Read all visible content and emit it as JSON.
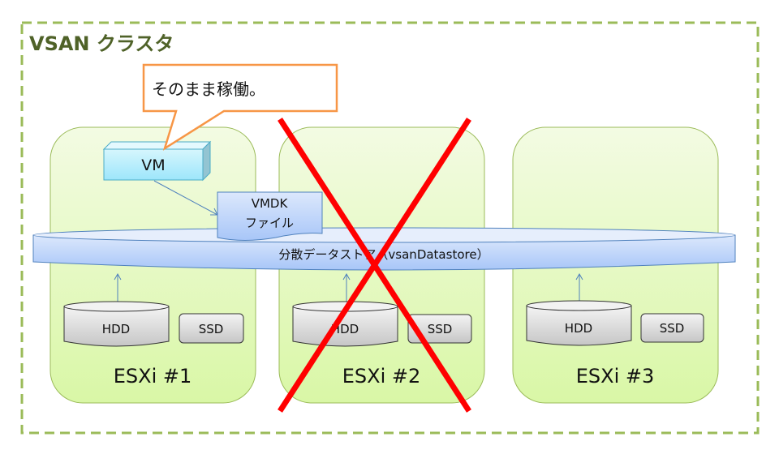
{
  "cluster": {
    "title": "VSAN クラスタ",
    "border_color": "#9bbb59",
    "title_color": "#4f6228"
  },
  "callout": {
    "text": "そのまま稼働。",
    "border_color": "#f79646"
  },
  "vm": {
    "label": "VM"
  },
  "vmdk": {
    "line1": "VMDK",
    "line2": "ファイル"
  },
  "datastore": {
    "label": "分散データストア（vsanDatastore）"
  },
  "hosts": [
    {
      "label": "ESXi #1",
      "hdd": "HDD",
      "ssd": "SSD",
      "failed": false
    },
    {
      "label": "ESXi #2",
      "hdd": "HDD",
      "ssd": "SSD",
      "failed": true
    },
    {
      "label": "ESXi #3",
      "hdd": "HDD",
      "ssd": "SSD",
      "failed": false
    }
  ],
  "failure_mark_color": "#ff0000"
}
